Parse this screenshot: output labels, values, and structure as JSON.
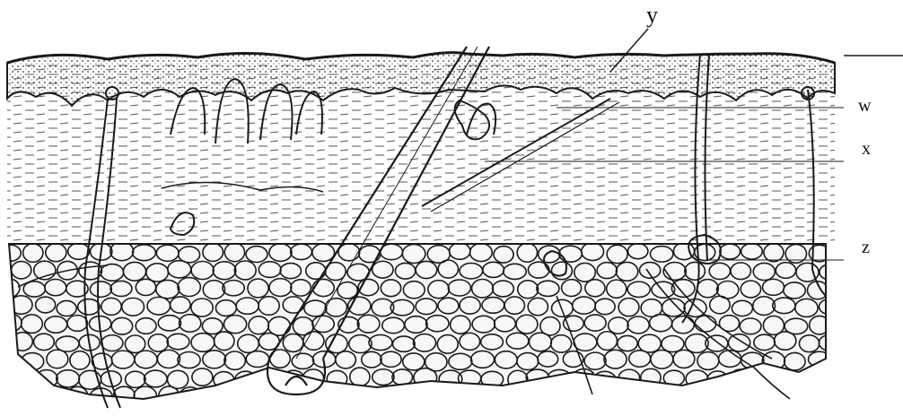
{
  "diagram": {
    "labels": {
      "y": "y",
      "w": "w",
      "x": "x",
      "z": "z"
    }
  },
  "colors": {
    "ink": "#1a1a1a",
    "paper": "#ffffff",
    "fat_fill": "#f7f7f7"
  }
}
